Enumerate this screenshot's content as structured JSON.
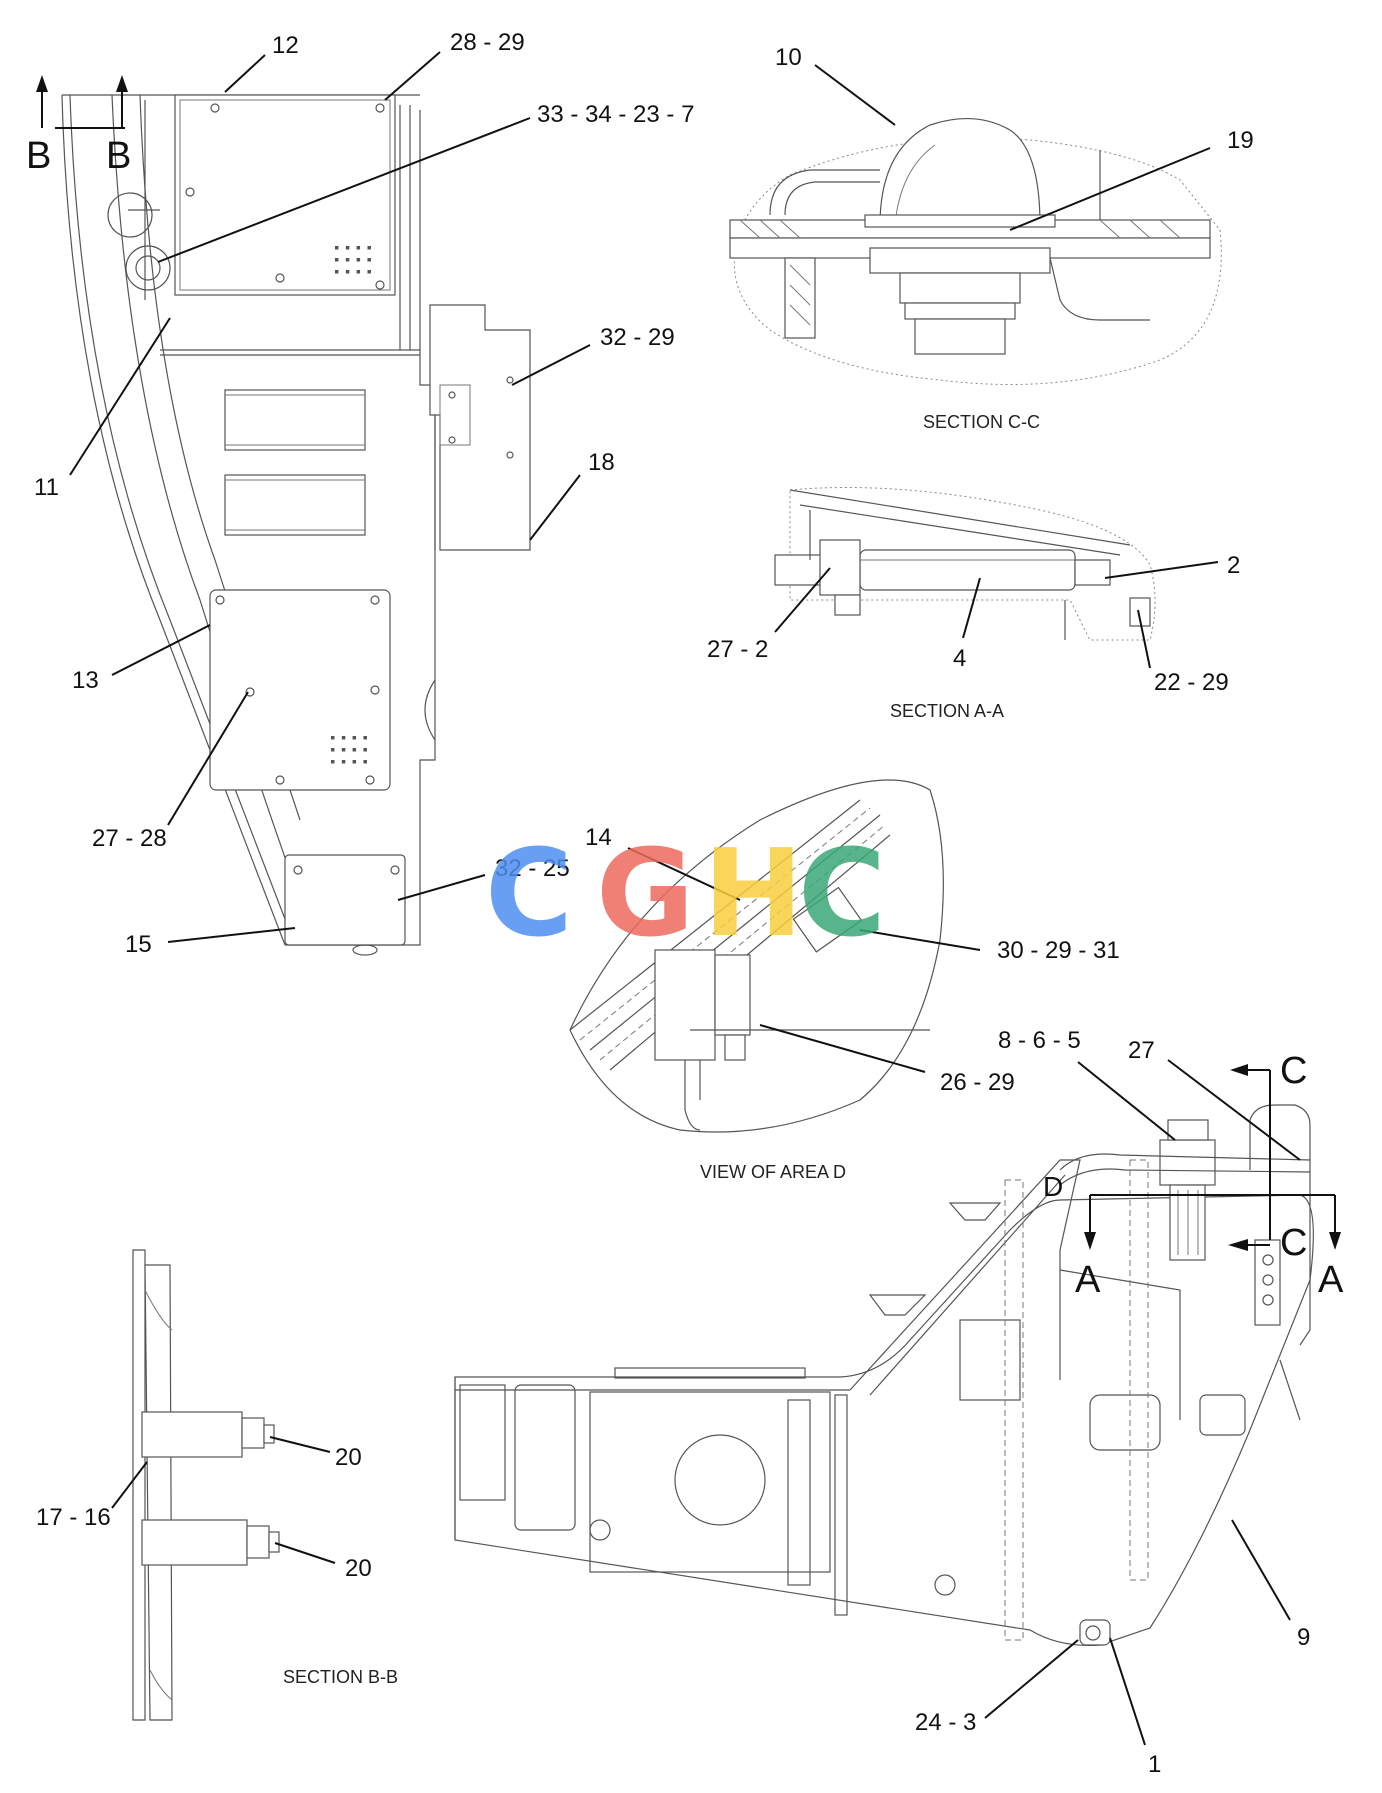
{
  "sections": {
    "c_c": "SECTION C-C",
    "a_a": "SECTION A-A",
    "area_d": "VIEW OF AREA D",
    "b_b": "SECTION B-B"
  },
  "cut_letters": {
    "b_left": "B",
    "b_right": "B",
    "c_top": "C",
    "c_mid": "C",
    "a_left": "A",
    "a_right": "A",
    "d": "D"
  },
  "callouts": {
    "c12": "12",
    "c28_29": "28 - 29",
    "c33": "33 - 34 - 23 - 7",
    "c32_29": "32 - 29",
    "c11": "11",
    "c18": "18",
    "c13": "13",
    "c27_28": "27 - 28",
    "c15": "15",
    "c32_25": "32 - 25",
    "c14": "14",
    "c30": "30 - 29 - 31",
    "c26_29": "26 - 29",
    "c10": "10",
    "c19": "19",
    "c2": "2",
    "c27_2": "27 - 2",
    "c4": "4",
    "c22_29": "22 - 29",
    "c8_6_5": "8 - 6 - 5",
    "c27": "27",
    "c20a": "20",
    "c20b": "20",
    "c17_16": "17 - 16",
    "c9": "9",
    "c24_3": "24 - 3",
    "c1": "1"
  },
  "watermark": {
    "letters": [
      "C",
      "G",
      "H",
      "C"
    ],
    "colors": [
      "#4f8ff0",
      "#ee6b5e",
      "#f8cf3f",
      "#3aa877"
    ]
  }
}
